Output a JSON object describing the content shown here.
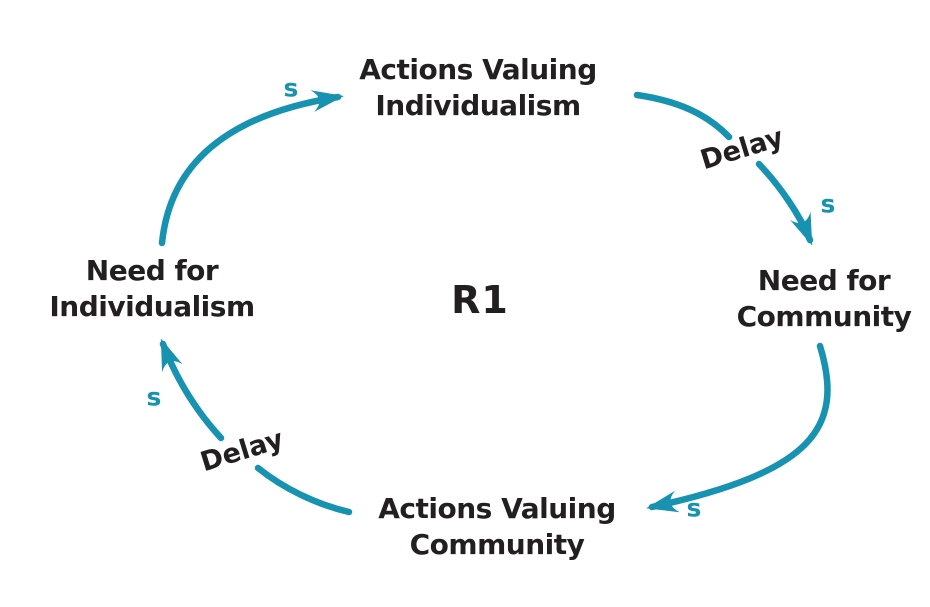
{
  "diagram": {
    "type": "causal-loop",
    "loop_label": "R1",
    "nodes": [
      {
        "id": "top",
        "label": "Actions Valuing Individualism",
        "line1": "Actions Valuing",
        "line2": "Individualism"
      },
      {
        "id": "right",
        "label": "Need for Community",
        "line1": "Need for",
        "line2": "Community"
      },
      {
        "id": "bottom",
        "label": "Actions Valuing Community",
        "line1": "Actions Valuing",
        "line2": "Community"
      },
      {
        "id": "left",
        "label": "Need for Individualism",
        "line1": "Need for",
        "line2": "Individualism"
      }
    ],
    "edges": [
      {
        "from": "Actions Valuing Individualism",
        "to": "Need for Community",
        "polarity": "s",
        "delay": true,
        "delay_label": "Delay"
      },
      {
        "from": "Need for Community",
        "to": "Actions Valuing Community",
        "polarity": "s",
        "delay": false
      },
      {
        "from": "Actions Valuing Community",
        "to": "Need for Individualism",
        "polarity": "s",
        "delay": true,
        "delay_label": "Delay"
      },
      {
        "from": "Need for Individualism",
        "to": "Actions Valuing Individualism",
        "polarity": "s",
        "delay": false
      }
    ],
    "colors": {
      "arrow": "#1792B0",
      "text": "#231F20",
      "background": "#FFFFFF"
    }
  }
}
